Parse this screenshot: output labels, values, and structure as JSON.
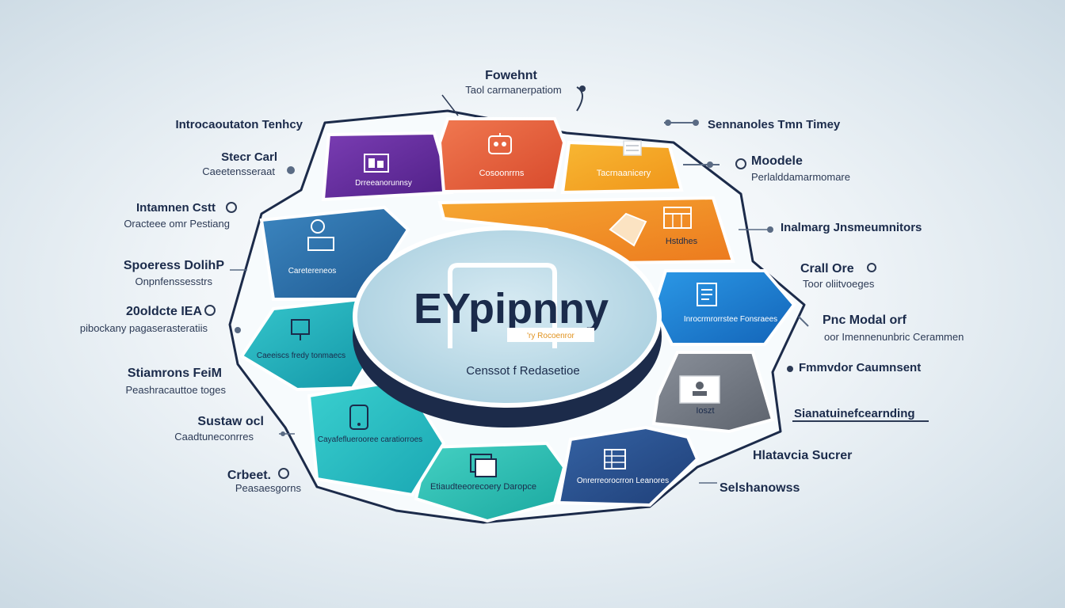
{
  "top_label": {
    "title": "Fowehnt",
    "subtitle": "Taol carmanerpatiom"
  },
  "left_labels": [
    {
      "title": "Introcaoutaton Tenhcy",
      "subtitle": ""
    },
    {
      "title": "Stecr Carl",
      "subtitle": "Caeetensseraat"
    },
    {
      "title": "Intamnen Cstt",
      "subtitle": "Oracteee omr Pestiang"
    },
    {
      "title": "Spoeress DolihP",
      "subtitle": "Onpnfenssesstrs"
    },
    {
      "title": "20oldcte IEA",
      "subtitle": "pibockany pagaserasteratiis"
    },
    {
      "title": "Stiamrons FeiM",
      "subtitle": "Peashracauttoe toges"
    },
    {
      "title": "Sustaw ocl",
      "subtitle": "Caadtuneconrres"
    },
    {
      "title": "Crbeet.",
      "subtitle": "Peasaesgorns"
    }
  ],
  "right_labels": [
    {
      "title": "Sennanoles Tmn Timey",
      "subtitle": ""
    },
    {
      "title": "Moodele",
      "subtitle": "Perlalddamarmomare"
    },
    {
      "title": "Inalmarg Jnsmeumnitors",
      "subtitle": ""
    },
    {
      "title": "Crall Ore",
      "subtitle": "Toor oliitvoeges"
    },
    {
      "title": "Pnc Modal orf",
      "subtitle": "oor Imennenunbric Cerammen"
    },
    {
      "title": "Fmmvdor Caumnsent",
      "subtitle": ""
    },
    {
      "title": "Sianatuinefcearnding",
      "subtitle": ""
    },
    {
      "title": "Hlatavcia Sucrer",
      "subtitle": ""
    },
    {
      "title": "Selshanowss",
      "subtitle": ""
    }
  ],
  "segments": [
    {
      "label": "Drreeanorunnsy",
      "icon": "chart-board-icon",
      "color": "#6a2fa0"
    },
    {
      "label": "Cosoonrrns",
      "icon": "robot-icon",
      "color": "#e8603c"
    },
    {
      "label": "Tacrnaanicery",
      "icon": "server-icon",
      "color": "#f2a11f"
    },
    {
      "label": "Hstdhes",
      "icon": "calendar-grid-icon",
      "color": "#f08a24"
    },
    {
      "label": "Inrocrmrorrstee Fonsraees",
      "icon": "document-list-icon",
      "color": "#1a7fd0"
    },
    {
      "label": "Ioszt",
      "icon": "user-card-icon",
      "color": "#6d7480"
    },
    {
      "label": "Onrerreorocrron Leanores",
      "icon": "spreadsheet-icon",
      "color": "#2a4f8c"
    },
    {
      "label": "Etiaudteeorecoery Daropce",
      "icon": "files-icon",
      "color": "#23b8ad"
    },
    {
      "label": "Cayafefluerooree caratiorroes",
      "icon": "mobile-phone-icon",
      "color": "#2ec2c0"
    },
    {
      "label": "Caeeiscs fredy tonmaecs",
      "icon": "presentation-icon",
      "color": "#1fb6bf"
    },
    {
      "label": "Caretereneos",
      "icon": "person-board-icon",
      "color": "#2f6fa8"
    }
  ],
  "hub": {
    "logo": "EYpipnny",
    "tagline": "'ry Rocoenror",
    "caption": "Censsot f Redasetioe"
  }
}
